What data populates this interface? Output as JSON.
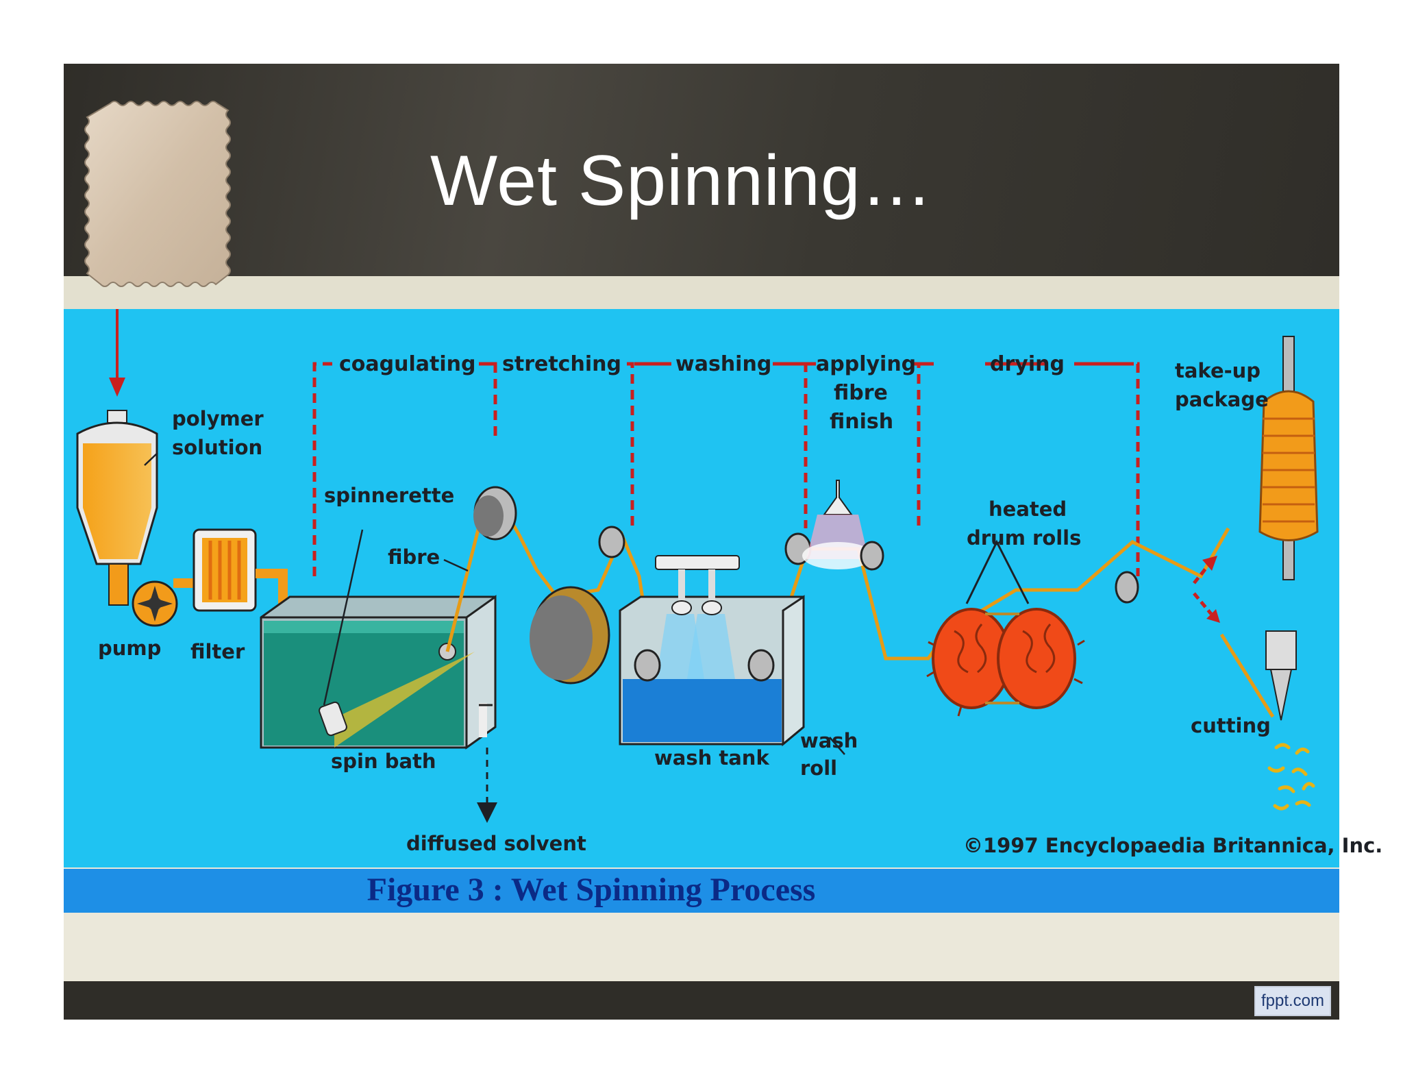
{
  "slide": {
    "title": "Wet Spinning…"
  },
  "stages": [
    "coagulating",
    "stretching",
    "washing",
    "applying",
    "fibre",
    "finish",
    "drying"
  ],
  "parts": {
    "polymer_1": "polymer",
    "polymer_2": "solution",
    "spinnerette": "spinnerette",
    "fibre": "fibre",
    "pump": "pump",
    "filter": "filter",
    "spin_bath": "spin bath",
    "diffused_solvent": "diffused solvent",
    "wash_tank": "wash tank",
    "wash_1": "wash",
    "wash_2": "roll",
    "heated_1": "heated",
    "heated_2": "drum rolls",
    "takeup_1": "take-up",
    "takeup_2": "package",
    "cutting": "cutting",
    "copyright": "©1997 Encyclopaedia Britannica, Inc."
  },
  "caption": "Figure 3 : Wet Spinning Process",
  "footer": {
    "brand": "fppt.com"
  },
  "colors": {
    "diagram_bg": "#1fc3f2",
    "caption_bar": "#1e8fe6",
    "fibre": "#e79b15",
    "drum": "#f04a18",
    "dash": "#c9201f"
  }
}
